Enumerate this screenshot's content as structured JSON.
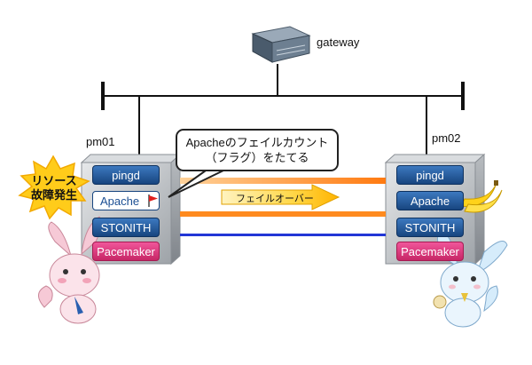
{
  "gateway": {
    "label": "gateway"
  },
  "nodes": [
    {
      "name": "pm01",
      "modules": [
        "pingd",
        "Apache",
        "STONITH",
        "Pacemaker"
      ]
    },
    {
      "name": "pm02",
      "modules": [
        "pingd",
        "Apache",
        "STONITH",
        "Pacemaker"
      ]
    }
  ],
  "failure_label": "リソース\n故障発生",
  "callout": "Apacheのフェイルカウント\n（フラグ）をたてる",
  "failover_label": "フェイルオーバー",
  "colors": {
    "module_blue": "#1f5aa6",
    "module_pink": "#e0357c",
    "link_orange": "#ff8a1e",
    "link_blue": "#2236d6",
    "arrow_yellow": "#ffc400"
  }
}
